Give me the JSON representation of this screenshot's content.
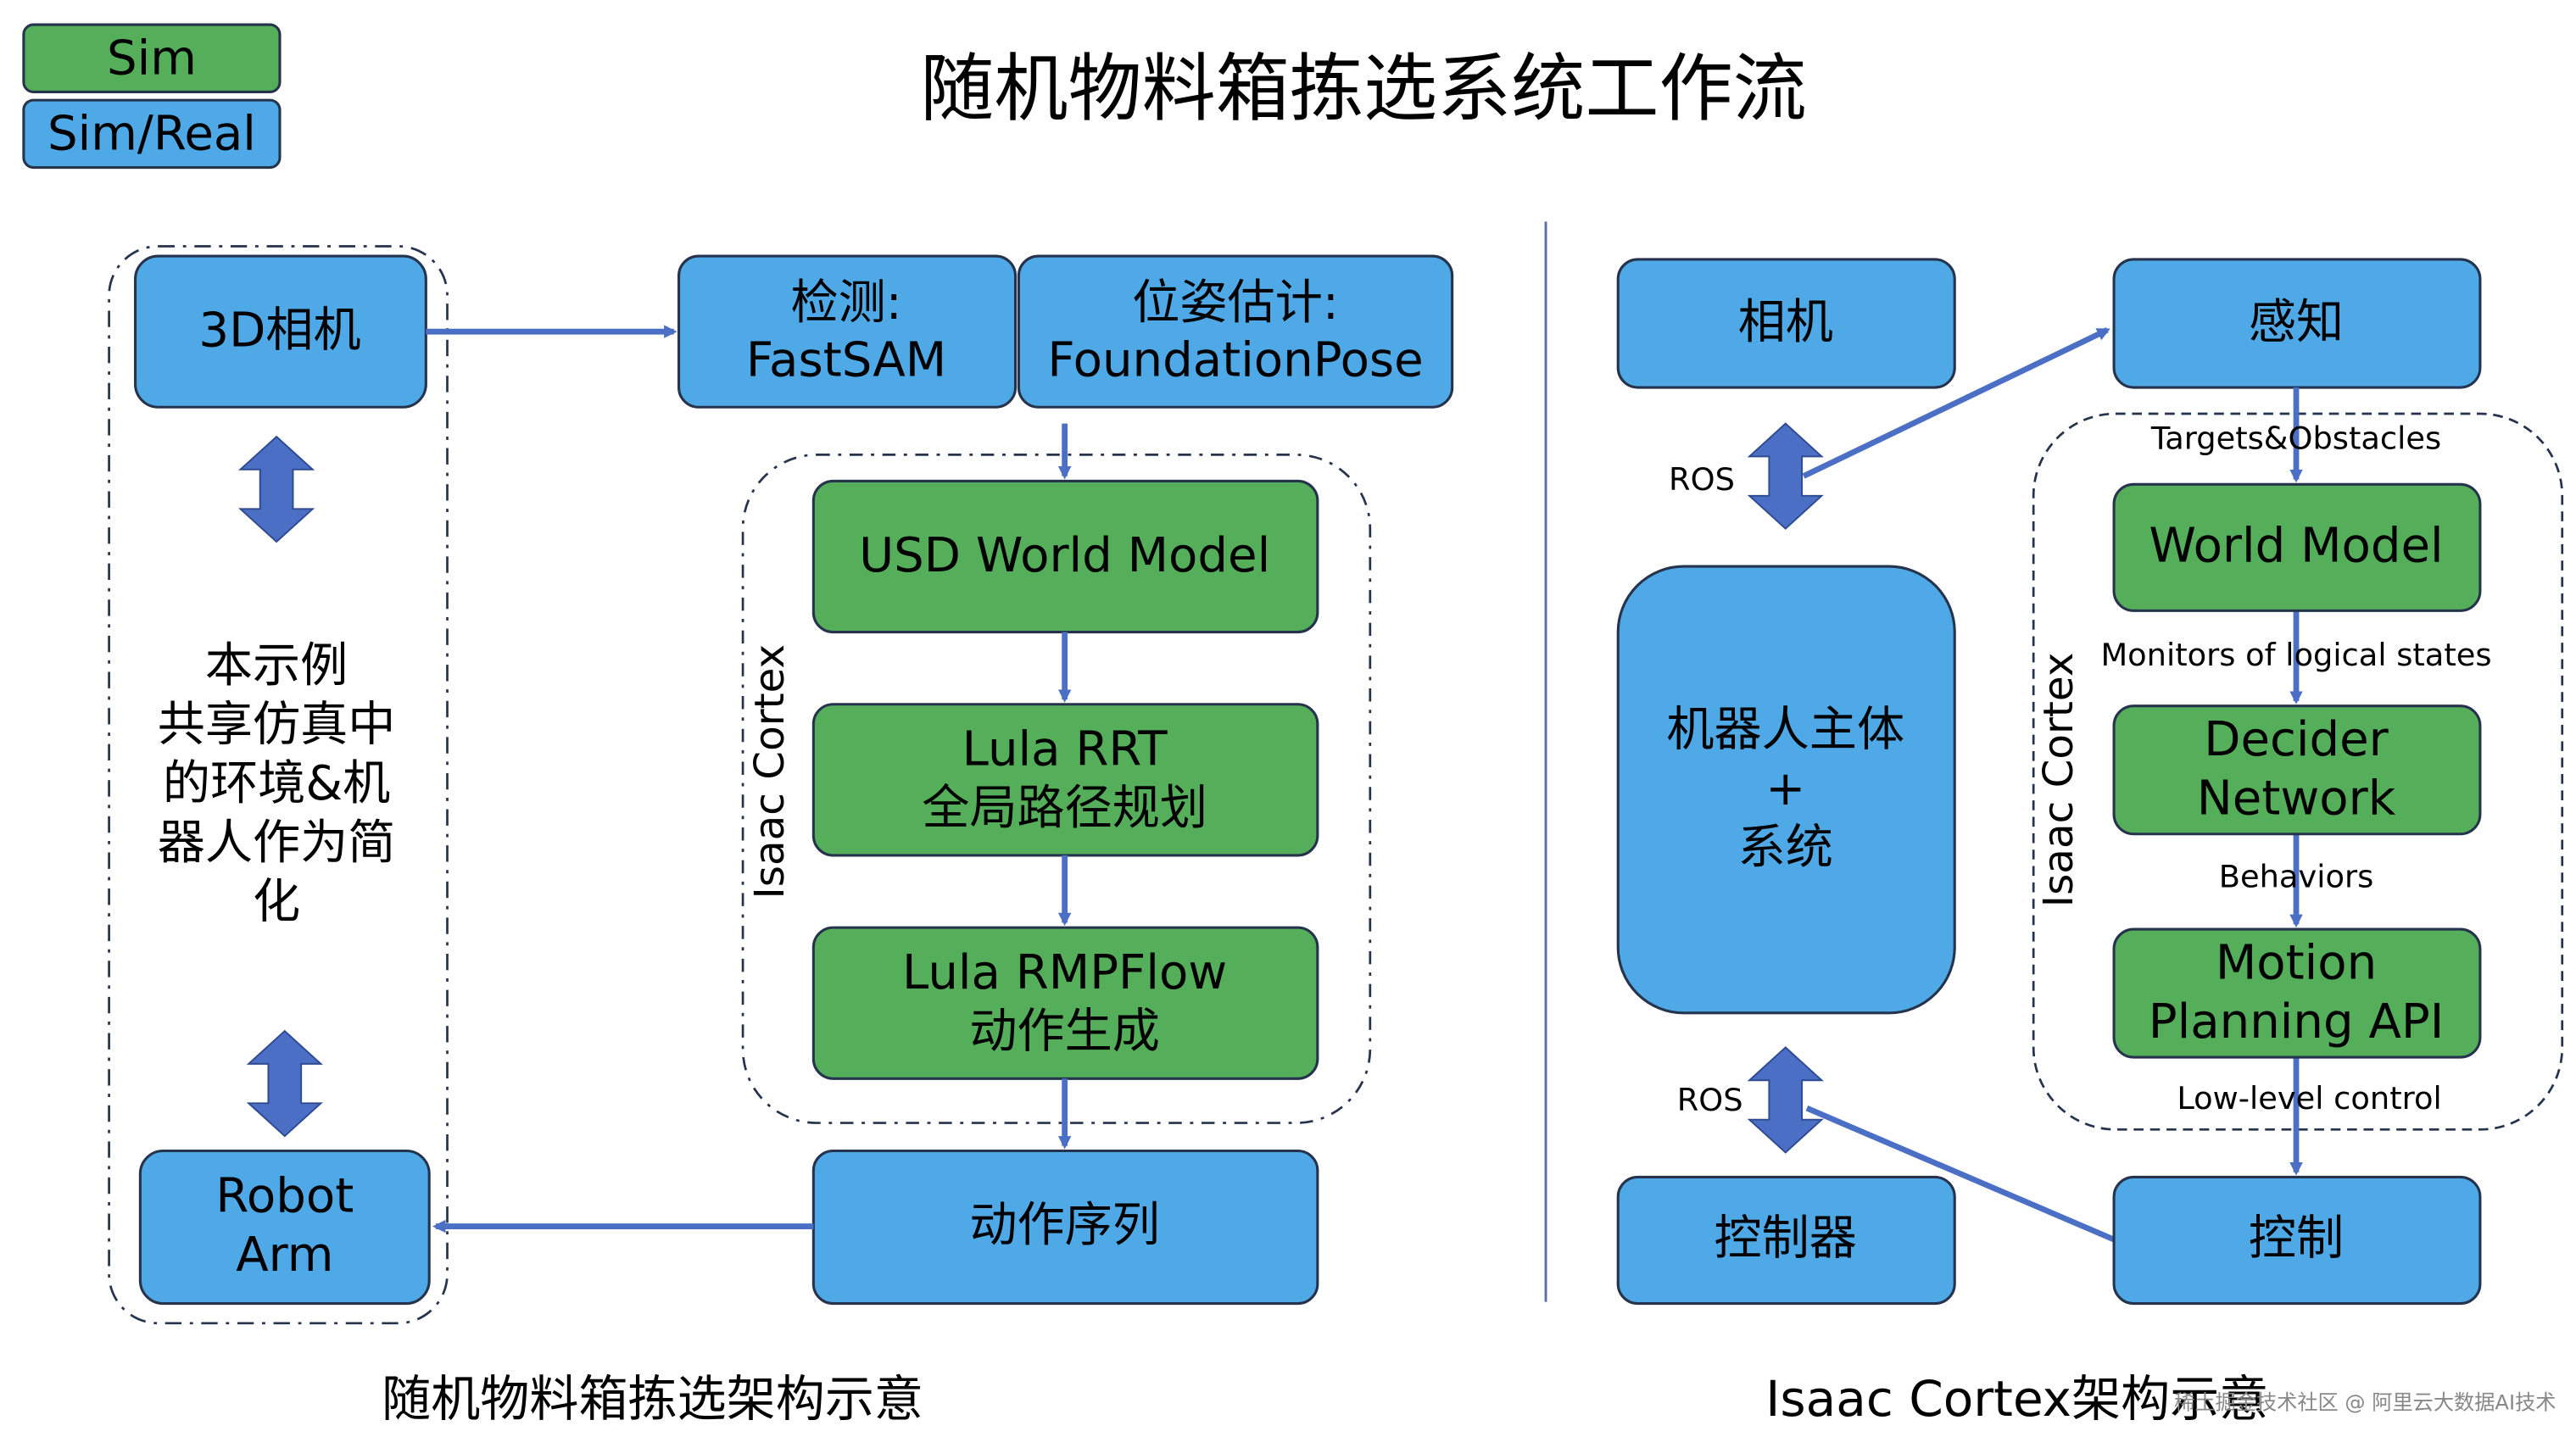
{
  "legend": {
    "sim": "Sim",
    "sim_real": "Sim/Real"
  },
  "title": "随机物料箱拣选系统工作流",
  "colors": {
    "sim": "#55ae5a",
    "sim_real": "#4fa9e6",
    "arrow": "#4a6fc4",
    "border": "#26334d"
  },
  "left": {
    "camera": "3D相机",
    "note_lines": [
      "本示例",
      "共享仿真中",
      "的环境&机",
      "器人作为简",
      "化"
    ],
    "robot_arm": [
      "Robot",
      "Arm"
    ],
    "detect": [
      "检测:",
      "FastSAM"
    ],
    "pose": [
      "位姿估计:",
      "FoundationPose"
    ],
    "cortex_label": "Isaac Cortex",
    "usd": "USD World Model",
    "rrt": [
      "Lula RRT",
      "全局路径规划"
    ],
    "rmp": [
      "Lula RMPFlow",
      "动作生成"
    ],
    "sequence": "动作序列",
    "caption": "随机物料箱拣选架构示意"
  },
  "right": {
    "camera": "相机",
    "perception": "感知",
    "ros_top": "ROS",
    "robot": [
      "机器人主体",
      "+",
      "系统"
    ],
    "ros_bottom": "ROS",
    "controller": "控制器",
    "control": "控制",
    "cortex_label": "Isaac Cortex",
    "targets": "Targets&Obstacles",
    "world_model": "World Model",
    "monitors": "Monitors of logical states",
    "decider": [
      "Decider",
      "Network"
    ],
    "behaviors": "Behaviors",
    "motion": [
      "Motion",
      "Planning API"
    ],
    "low_level": "Low-level control",
    "caption": "Isaac Cortex架构示意"
  },
  "watermark": "稀土掘金技术社区 @ 阿里云大数据AI技术"
}
